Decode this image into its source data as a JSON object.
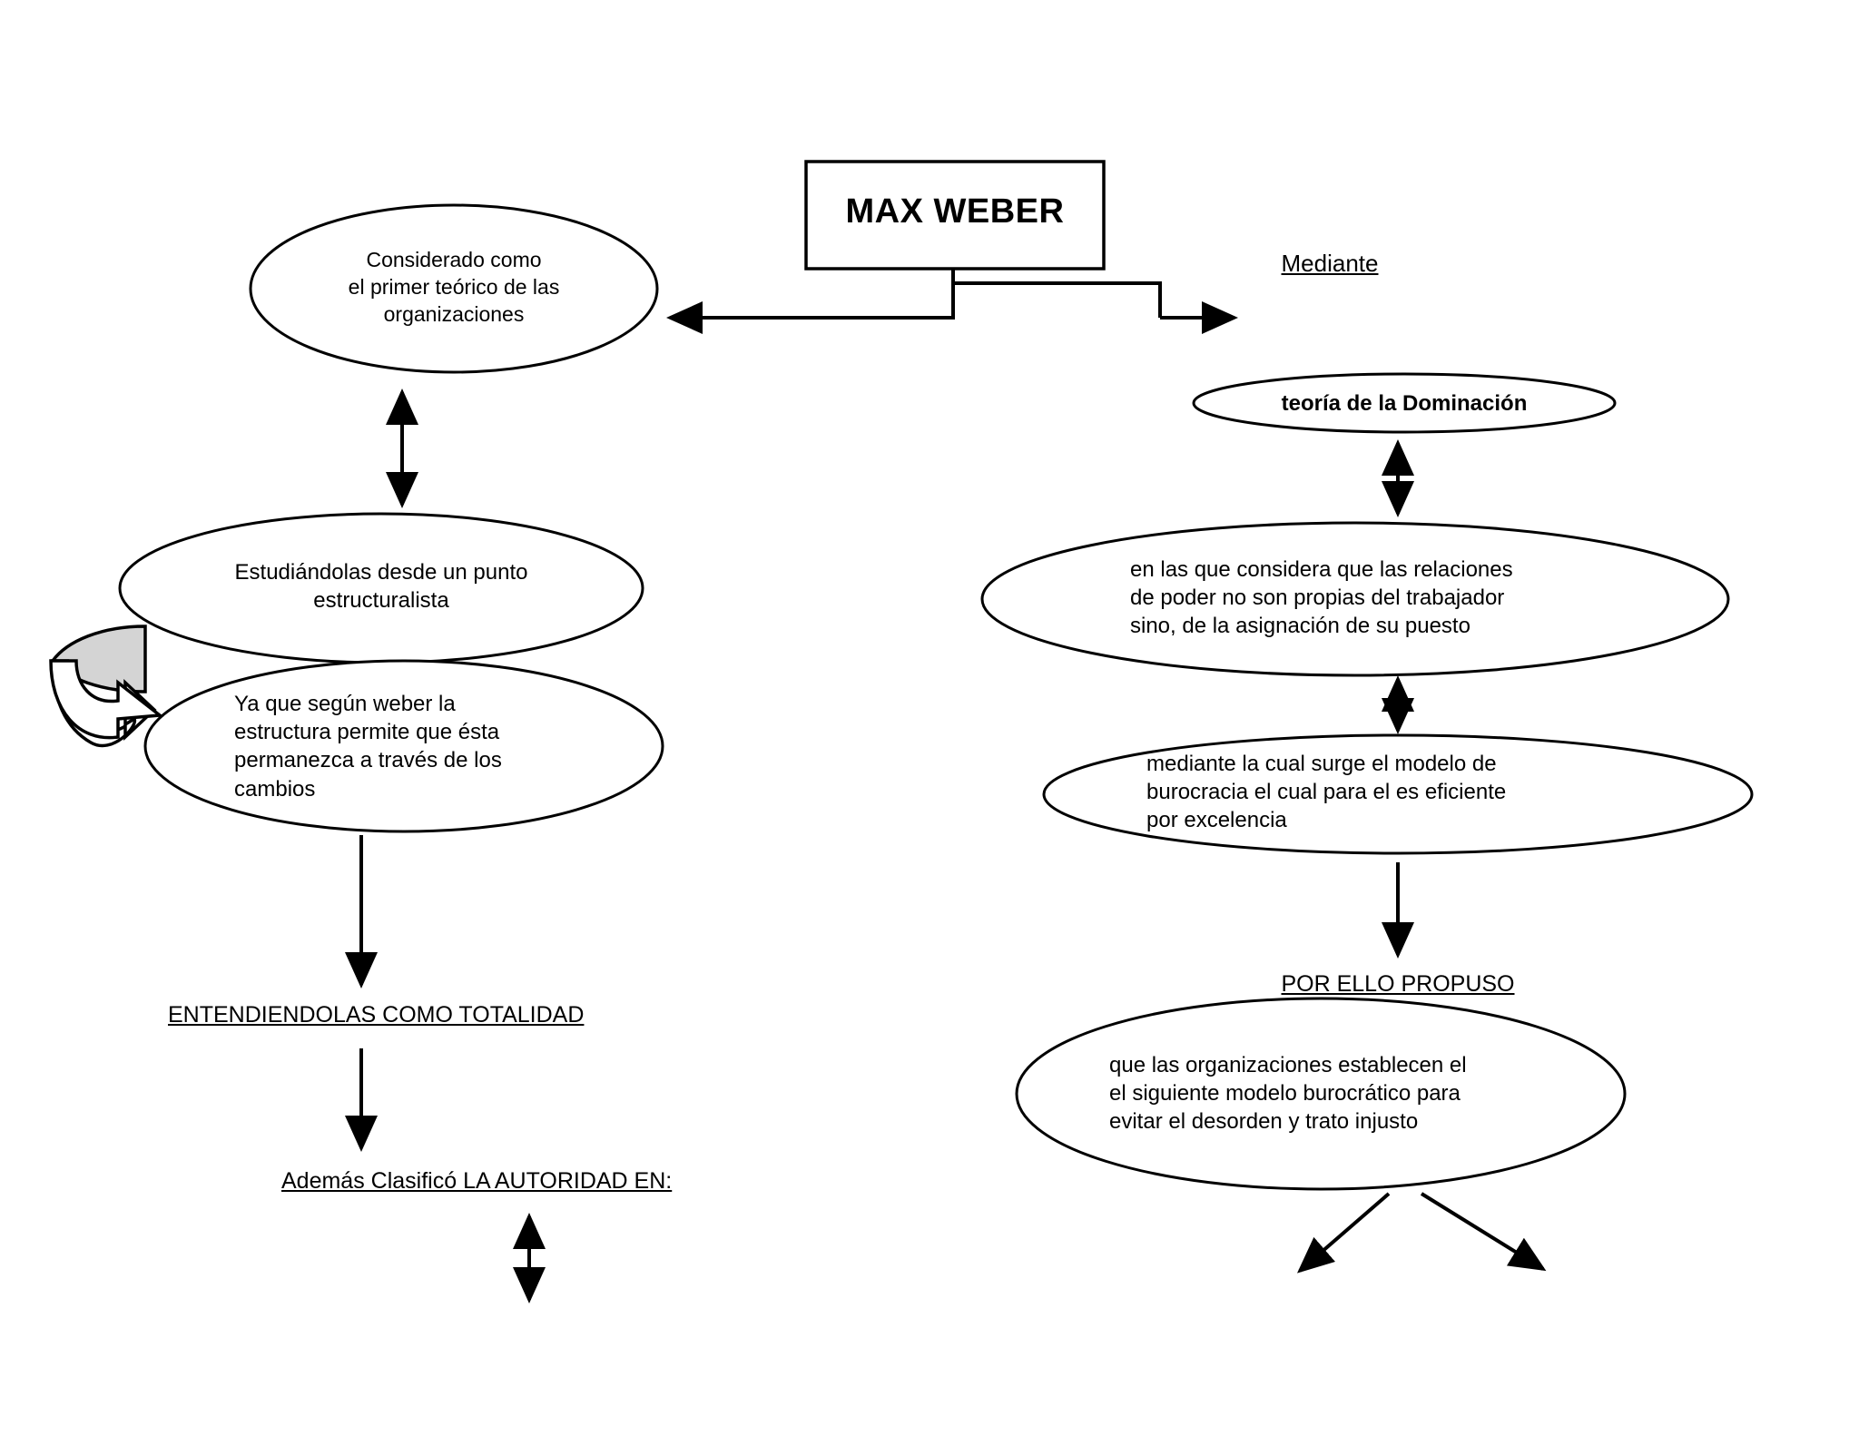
{
  "diagram": {
    "type": "concept-map",
    "title_box": {
      "label": "MAX WEBER"
    },
    "nodes": [
      {
        "id": "considerado",
        "shape": "ellipse",
        "text": "Considerado como\nel primer teórico de las\norganizaciones"
      },
      {
        "id": "estudiandolas",
        "shape": "ellipse",
        "text": "Estudiándolas desde un punto\nestructuralista"
      },
      {
        "id": "ya-que",
        "shape": "ellipse",
        "text": "Ya que según weber la\nestructura permite que ésta\npermanezca a través de los\ncambios"
      },
      {
        "id": "teoria-dominacion",
        "shape": "ellipse",
        "text": "teoría de la Dominación"
      },
      {
        "id": "relaciones-poder",
        "shape": "ellipse",
        "text": "en las que considera que las relaciones\nde poder no son propias del trabajador\nsino, de la asignación de su puesto"
      },
      {
        "id": "burocracia",
        "shape": "ellipse",
        "text": "mediante la cual surge el modelo de\nburocracia el cual para el es eficiente\npor excelencia"
      },
      {
        "id": "organizaciones-modelo",
        "shape": "ellipse",
        "text": "que las organizaciones  establecen el\nel siguiente modelo burocrático  para\nevitar el desorden y trato injusto"
      }
    ],
    "labels": [
      {
        "id": "mediante",
        "text": "Mediante",
        "underlined": true
      },
      {
        "id": "entendiendolas",
        "text": "ENTENDIENDOLAS  COMO  TOTALIDAD",
        "underlined": true
      },
      {
        "id": "ademas-clasifico",
        "text": "Además  Clasificó  LA AUTORIDAD EN:",
        "underlined": true
      },
      {
        "id": "por-ello-propuso",
        "text": "POR  ELLO PROPUSO",
        "underlined": true
      }
    ],
    "colors": {
      "stroke": "#000000",
      "fill": "#ffffff",
      "curved_arrow_fill": "#d4d4d4",
      "text": "#000000"
    }
  }
}
